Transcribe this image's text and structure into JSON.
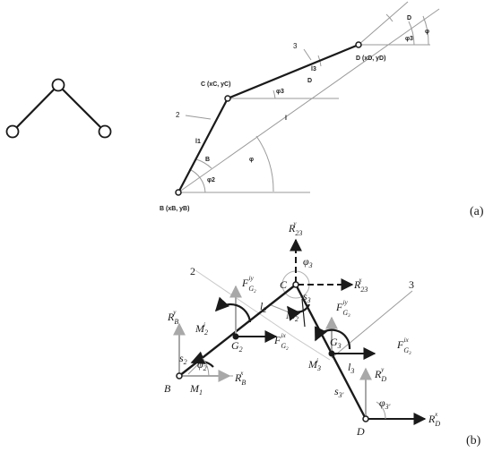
{
  "panel_a": {
    "label": "(a)",
    "points": {
      "B": "B (xB, yB)",
      "C": "C (xC, yC)",
      "D": "D (xD, yD)"
    },
    "links": {
      "link2": "2",
      "link3": "3"
    },
    "lengths": {
      "l1": "l1",
      "l3": "l3",
      "l": "l"
    },
    "angles": {
      "B": "B",
      "phi2": "φ2",
      "phi3": "φ3",
      "D_inner": "D",
      "phi": "φ",
      "D_top": "D",
      "phi3_top": "φ3",
      "phi_top": "φ"
    }
  },
  "panel_b": {
    "label": "(b)",
    "links": {
      "link2": "2",
      "link3": "3"
    },
    "points": {
      "B": "B",
      "C": "C",
      "D": "D",
      "G2": "G",
      "G3": "G"
    },
    "forces": {
      "R23y": {
        "main": "R",
        "sub": "23",
        "sup": "y"
      },
      "R23x": {
        "main": "R",
        "sub": "23",
        "sup": "x"
      },
      "FG2iy": {
        "main": "F",
        "sub": "G",
        "subsub": "2",
        "sup": "iy"
      },
      "FG3iy": {
        "main": "F",
        "sub": "G",
        "subsub": "3",
        "sup": "iy"
      },
      "FG2ix": {
        "main": "F",
        "sub": "G",
        "subsub": "2",
        "sup": "ix"
      },
      "FG3ix": {
        "main": "F",
        "sub": "G",
        "subsub": "3",
        "sup": "ix"
      },
      "RBy": {
        "main": "R",
        "sub": "B",
        "sup": "y"
      },
      "RBx": {
        "main": "R",
        "sub": "B",
        "sup": "x"
      },
      "RDy": {
        "main": "R",
        "sub": "D",
        "sup": "y"
      },
      "RDx": {
        "main": "R",
        "sub": "D",
        "sup": "x"
      }
    },
    "moments": {
      "M2i": {
        "main": "M",
        "sub": "2",
        "sup": "i"
      },
      "M2": {
        "main": "M",
        "sub": "2"
      },
      "M3i": {
        "main": "M",
        "sub": "3",
        "sup": "i"
      },
      "M1": {
        "main": "M",
        "sub": "1"
      }
    },
    "dims": {
      "l2": {
        "main": "l",
        "sub": "2"
      },
      "l3": {
        "main": "l",
        "sub": "3"
      },
      "s2": {
        "main": "s",
        "sub": "2"
      },
      "s3": {
        "main": "s",
        "sub": "3"
      },
      "s3p": {
        "main": "s",
        "sub": "3'"
      }
    },
    "angles": {
      "phi2": {
        "main": "φ",
        "sub": "2"
      },
      "phi3": {
        "main": "φ",
        "sub": "3"
      },
      "phi3p": {
        "main": "φ",
        "sub": "3'"
      }
    },
    "small_label": {
      "main": "G",
      "sub": "2"
    }
  },
  "colors": {
    "ink": "#1a1a1a",
    "construction": "#9a9a9a",
    "axis": "#a8a8a8",
    "light_line": "#c8c8c8"
  }
}
